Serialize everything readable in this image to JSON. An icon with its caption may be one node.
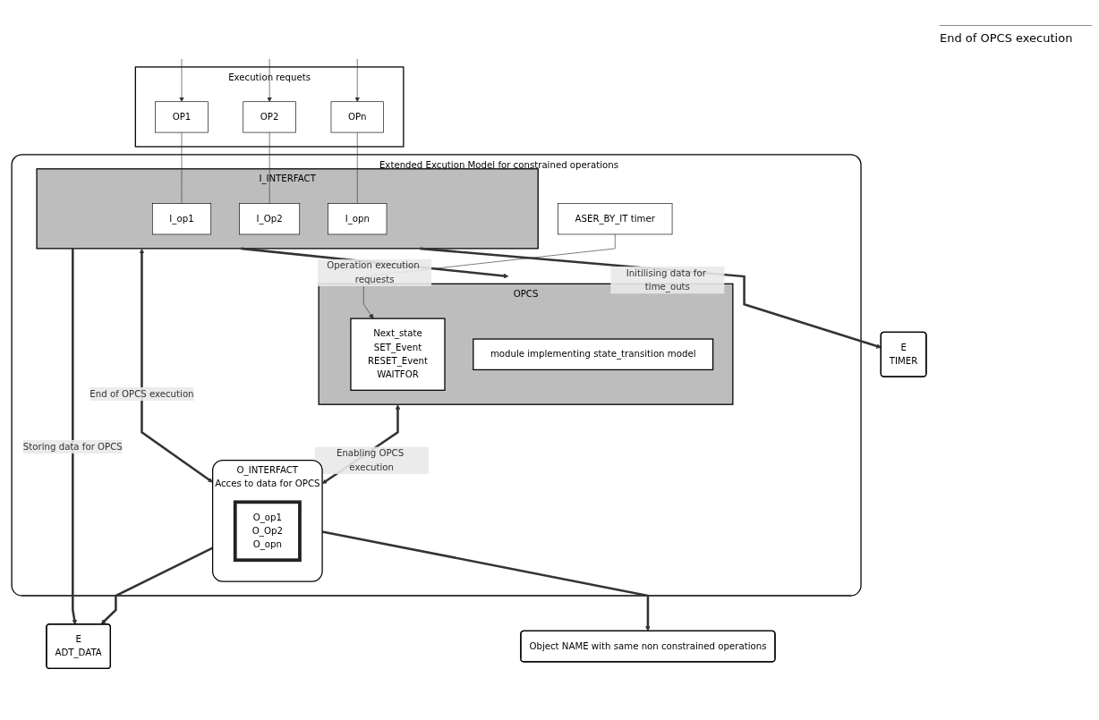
{
  "diagram": {
    "nodes": [
      {
        "text": [
          "Extended Excution Model for constrained operations"
        ]
      },
      {
        "text": [
          "Execution requets"
        ]
      },
      {
        "text": [
          "OP1"
        ],
        "in": 1
      },
      {
        "text": [
          "OP2"
        ],
        "in": 1
      },
      {
        "text": [
          "OPn"
        ],
        "in": 1
      },
      {
        "text": [
          "I_INTERFACT"
        ],
        "in": 0
      },
      {
        "text": [
          "I_op1"
        ],
        "in": 5
      },
      {
        "text": [
          "I_Op2"
        ],
        "in": 5
      },
      {
        "text": [
          "I_opn"
        ],
        "in": 5
      },
      {
        "text": [
          "OPCS"
        ],
        "in": 0
      },
      {
        "text": [
          "Next_state",
          "SET_Event",
          "RESET_Event",
          "WAITFOR"
        ],
        "in": 9
      },
      {
        "text": [
          "module implementing state_transition model"
        ],
        "in": 9
      },
      {
        "text": [
          "ASER_BY_IT timer"
        ],
        "in": 0
      },
      {
        "text": [
          "O_INTERFACT",
          "Acces to data for OPCS"
        ],
        "in": 0
      },
      {
        "text": [
          "O_op1",
          "O_Op2",
          "O_opn"
        ],
        "in": 13
      },
      {
        "text": [
          "E",
          "TIMER"
        ]
      },
      {
        "text": [
          "E",
          "ADT_DATA"
        ]
      },
      {
        "text": [
          "Object NAME with same non constrained operations"
        ]
      }
    ],
    "edges": [
      {
        "from": null,
        "to": 2,
        "arrow": "to"
      },
      {
        "from": null,
        "to": 3,
        "arrow": "to"
      },
      {
        "from": null,
        "to": 4,
        "arrow": "to"
      },
      {
        "from": 2,
        "to": 6,
        "arrow": "none"
      },
      {
        "from": 3,
        "to": 7,
        "arrow": "none"
      },
      {
        "from": 4,
        "to": 8,
        "arrow": "none"
      },
      {
        "from": 5,
        "to": 9,
        "arrow": "to",
        "label": "Operation execution requests",
        "style": "thick"
      },
      {
        "from": 12,
        "to": 10,
        "arrow": "to"
      },
      {
        "from": 5,
        "to": 13,
        "arrow": "both",
        "label": "End of OPCS execution",
        "style": "thick"
      },
      {
        "from": 9,
        "to": 13,
        "arrow": "both",
        "label": "Enabling OPCS execution",
        "style": "thick"
      },
      {
        "from": 5,
        "to": 15,
        "arrow": "to",
        "label": "Initilising data for time_outs",
        "style": "thick"
      },
      {
        "from": 5,
        "to": 16,
        "arrow": "to",
        "label": "Storing data for OPCS",
        "style": "thick"
      },
      {
        "from": 13,
        "to": 16,
        "arrow": "to",
        "style": "thick"
      },
      {
        "from": 13,
        "to": 17,
        "arrow": "to",
        "style": "thick"
      }
    ],
    "labels": [
      "End of OPCS execution"
    ]
  }
}
